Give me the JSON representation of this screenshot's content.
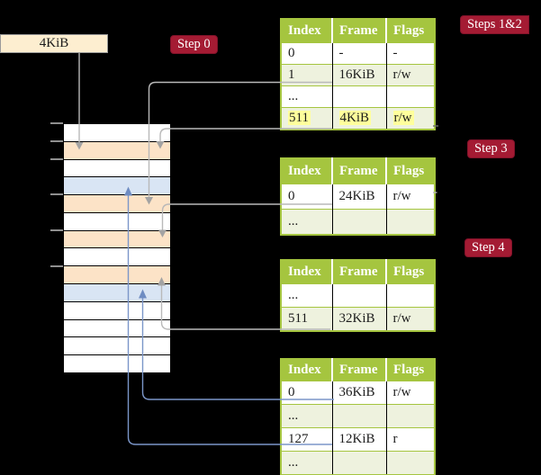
{
  "frame_size_label": "4KiB",
  "badges": {
    "step0": "Step 0",
    "steps12": "Steps 1&2",
    "step3": "Step 3",
    "step4": "Step 4"
  },
  "memory": {
    "description_visible": false,
    "rows": [
      "white",
      "peach",
      "white",
      "blue",
      "peach",
      "white",
      "peach",
      "white",
      "peach",
      "blue",
      "white",
      "white",
      "white",
      "white"
    ]
  },
  "tables": [
    {
      "headers": [
        "Index",
        "Frame",
        "Flags"
      ],
      "rows": [
        {
          "cells": [
            "0",
            "-",
            "-"
          ]
        },
        {
          "cells": [
            "1",
            "16KiB",
            "r/w"
          ]
        },
        {
          "cells": [
            "...",
            "",
            ""
          ]
        },
        {
          "cells": [
            "511",
            "4KiB",
            "r/w"
          ],
          "highlighted": true
        }
      ]
    },
    {
      "headers": [
        "Index",
        "Frame",
        "Flags"
      ],
      "rows": [
        {
          "cells": [
            "0",
            "24KiB",
            "r/w"
          ]
        },
        {
          "cells": [
            "...",
            "",
            ""
          ]
        }
      ]
    },
    {
      "headers": [
        "Index",
        "Frame",
        "Flags"
      ],
      "rows": [
        {
          "cells": [
            "...",
            "",
            ""
          ]
        },
        {
          "cells": [
            "511",
            "32KiB",
            "r/w"
          ]
        }
      ]
    },
    {
      "headers": [
        "Index",
        "Frame",
        "Flags"
      ],
      "rows": [
        {
          "cells": [
            "0",
            "36KiB",
            "r/w"
          ]
        },
        {
          "cells": [
            "...",
            "",
            ""
          ]
        },
        {
          "cells": [
            "127",
            "12KiB",
            "r"
          ]
        },
        {
          "cells": [
            "...",
            "",
            ""
          ]
        }
      ]
    }
  ],
  "colors": {
    "background": "#000000",
    "badge_red": "#a41b33",
    "table_header_green": "#a5c53f",
    "table_row_green": "#eef2de",
    "highlight_yellow": "#ffff9c",
    "frame_peach": "#fce3c7",
    "frame_blue": "#d9e5f4",
    "label_cream": "#fdeed0",
    "connector_gray": "#b9b9b9",
    "connector_blue": "#7b96c9"
  }
}
